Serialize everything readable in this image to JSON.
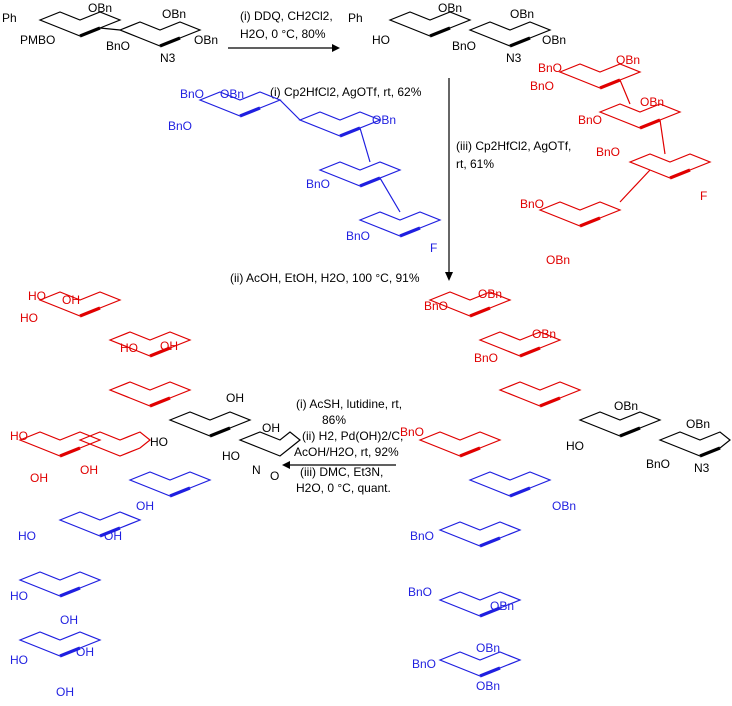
{
  "conditions": {
    "step1": [
      "(i) DDQ, CH2Cl2,",
      "H2O, 0 °C, 80%"
    ],
    "step2": "(i) Cp2HfCl2, AgOTf, rt, 62%",
    "step3": [
      "(iii) Cp2HfCl2, AgOTf,",
      "rt, 61%"
    ],
    "step4": "(ii) AcOH, EtOH, H2O, 100 °C, 91%",
    "step5": [
      "(i) AcSH, lutidine, rt,",
      "86%",
      "(ii) H2, Pd(OH)2/C,",
      "AcOH/H2O, rt, 92%",
      "(iii) DMC, Et3N,",
      "H2O, 0 °C, quant."
    ]
  },
  "groups": {
    "ph": "Ph",
    "bno": "BnO",
    "obn": "OBn",
    "ho": "HO",
    "oh": "OH",
    "pmbo": "PMBO",
    "n3": "N3",
    "f": "F",
    "o": "O",
    "n": "N"
  },
  "colors": {
    "red_fragment": "#e00000",
    "blue_fragment": "#1f1fe0",
    "black": "#000000"
  }
}
